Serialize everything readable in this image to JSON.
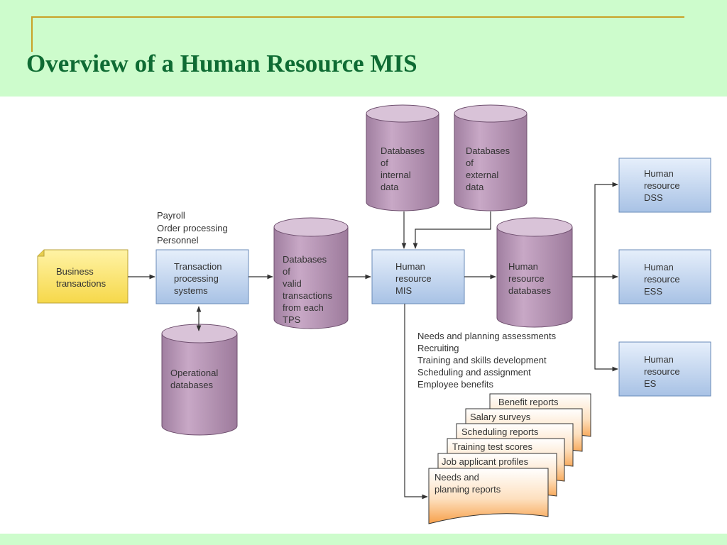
{
  "title": "Overview of  a Human Resource MIS",
  "diagram": {
    "business_transactions": [
      "Business",
      "transactions"
    ],
    "tps_inputs": [
      "Payroll",
      "Order processing",
      "Personnel"
    ],
    "tps": [
      "Transaction",
      "processing",
      "systems"
    ],
    "operational_db": [
      "Operational",
      "databases"
    ],
    "valid_tx_db": [
      "Databases",
      "of",
      "valid",
      "transactions",
      "from each",
      "TPS"
    ],
    "internal_db": [
      "Databases",
      "of",
      "internal",
      "data"
    ],
    "external_db": [
      "Databases",
      "of",
      "external",
      "data"
    ],
    "hr_mis": [
      "Human",
      "resource",
      "MIS"
    ],
    "hr_databases": [
      "Human",
      "resource",
      "databases"
    ],
    "hr_dss": [
      "Human",
      "resource",
      "DSS"
    ],
    "hr_ess": [
      "Human",
      "resource",
      "ESS"
    ],
    "hr_es": [
      "Human",
      "resource",
      "ES"
    ],
    "subsystems": [
      "Needs and planning assessments",
      "Recruiting",
      "Training and skills development",
      "Scheduling and assignment",
      "Employee benefits"
    ],
    "reports": [
      "Benefit reports",
      "Salary surveys",
      "Scheduling reports",
      "Training test scores",
      "Job applicant profiles"
    ],
    "needs_report": [
      "Needs and",
      "planning reports"
    ]
  },
  "colors": {
    "background": "#cdfccc",
    "title": "#0e6b33",
    "accent": "#c9a227",
    "box_fill_top": "#e4eefb",
    "box_fill_bottom": "#a9c3e6",
    "cylinder": "#b996b8",
    "note": "#fde36a",
    "report": "#f7a04a"
  }
}
